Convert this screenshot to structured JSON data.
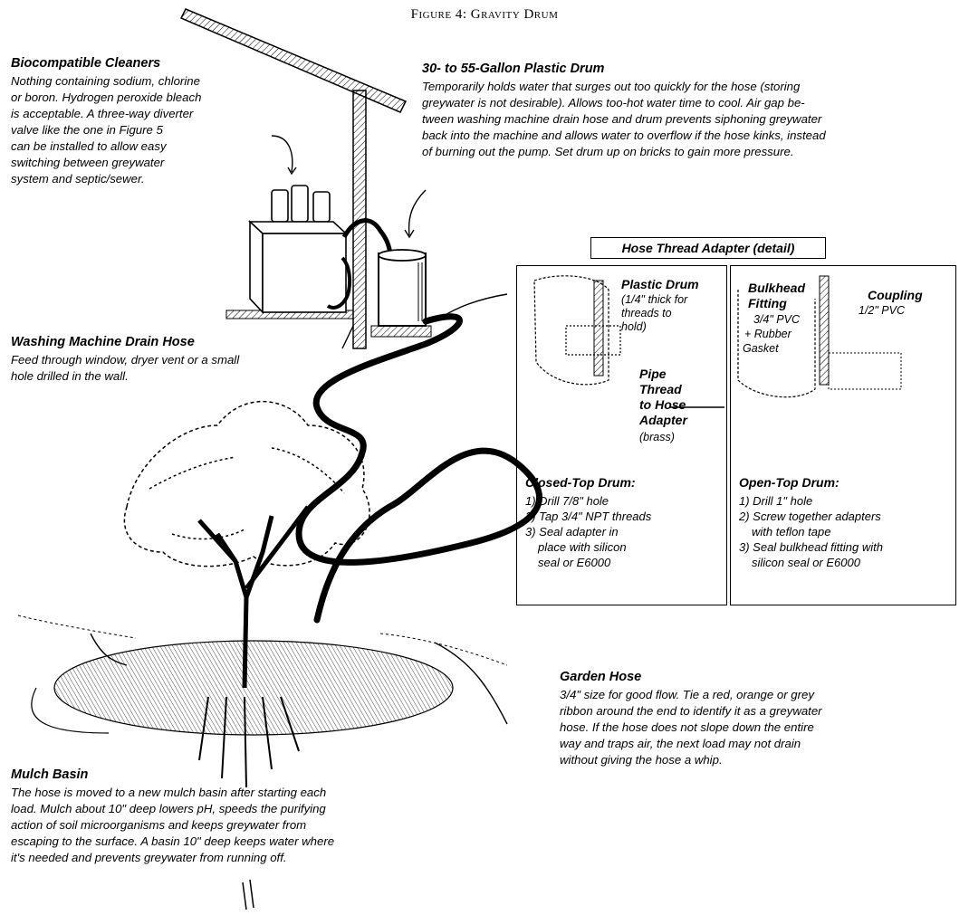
{
  "figure_title": "Figure 4: Gravity Drum",
  "cleaners": {
    "heading": "Biocompatible Cleaners",
    "lines": [
      "Nothing containing sodium, chlorine",
      "or boron. Hydrogen peroxide bleach",
      "is acceptable. A three-way diverter",
      "valve like the one in Figure 5",
      "can be installed to allow easy",
      "switching between greywater",
      "system and septic/sewer."
    ]
  },
  "drum": {
    "heading": "30- to 55-Gallon Plastic Drum",
    "lines": [
      "Temporarily holds water that surges out too quickly for the hose (storing",
      "greywater is not desirable). Allows too-hot water time to cool. Air gap be-",
      "tween washing machine drain hose and drum prevents siphoning greywater",
      "back into the machine and allows water to overflow if the hose kinks, instead",
      "of burning out the pump. Set drum up on bricks to gain more pressure."
    ]
  },
  "drain_hose": {
    "heading": "Washing Machine Drain Hose",
    "lines": [
      "Feed through window, dryer vent or a small",
      "hole drilled in the wall."
    ]
  },
  "adapter_detail": {
    "title": "Hose Thread Adapter (detail)",
    "plastic_drum": [
      "Plastic Drum",
      "(1/4\" thick for",
      "threads to",
      "hold)"
    ],
    "pipe_thread": [
      "Pipe",
      "Thread",
      "to Hose",
      "Adapter"
    ],
    "pipe_thread_material": "(brass)",
    "bulkhead": [
      "Bulkhead",
      "Fitting"
    ],
    "bulkhead_spec": [
      "3/4\" PVC",
      "+ Rubber",
      "Gasket"
    ],
    "coupling": "Coupling",
    "coupling_spec": "1/2\" PVC"
  },
  "closed_top": {
    "heading": "Closed-Top Drum:",
    "lines": [
      "1) Drill 7/8\" hole",
      "2) Tap 3/4\" NPT threads",
      "3) Seal adapter in",
      "   place with silicon",
      "   seal or E6000"
    ]
  },
  "open_top": {
    "heading": "Open-Top Drum:",
    "lines": [
      "1) Drill 1\" hole",
      "2) Screw together adapters",
      "   with teflon tape",
      "3) Seal bulkhead fitting with",
      "   silicon seal or E6000"
    ]
  },
  "garden_hose": {
    "heading": "Garden Hose",
    "lines": [
      "3/4\" size for good flow. Tie a red, orange or grey",
      "ribbon around the end to identify it as a greywater",
      "hose. If the hose does not slope down the entire",
      "way and traps air, the next load may not drain",
      "without giving the hose a whip."
    ]
  },
  "mulch_basin": {
    "heading": "Mulch Basin",
    "lines": [
      "The hose is moved to a new mulch basin after starting each",
      "load. Mulch about 10\" deep lowers pH, speeds the purifying",
      "action of soil microorganisms and keeps greywater from",
      "escaping to the surface. A basin 10\" deep keeps water where",
      "it's needed and prevents greywater from running off."
    ]
  }
}
